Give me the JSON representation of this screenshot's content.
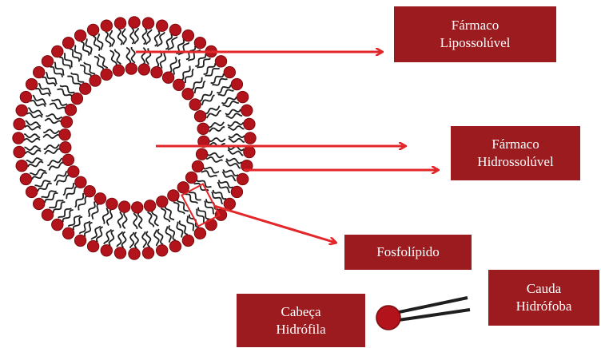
{
  "colors": {
    "head": "#b3141b",
    "head_stroke": "#7a0a0e",
    "tail": "#1f1f1f",
    "arrow": "#e3262a",
    "label_bg": "#9b1b1f",
    "label_text": "#ffffff"
  },
  "labels": {
    "lipo": {
      "line1": "Fármaco",
      "line2": "Lipossolúvel"
    },
    "hidro": {
      "line1": "Fármaco",
      "line2": "Hidrossolúvel"
    },
    "fosfo": {
      "line1": "Fosfolípido"
    },
    "cauda": {
      "line1": "Cauda",
      "line2": "Hidrófoba"
    },
    "cabeca": {
      "line1": "Cabeça",
      "line2": "Hidrófila"
    }
  }
}
